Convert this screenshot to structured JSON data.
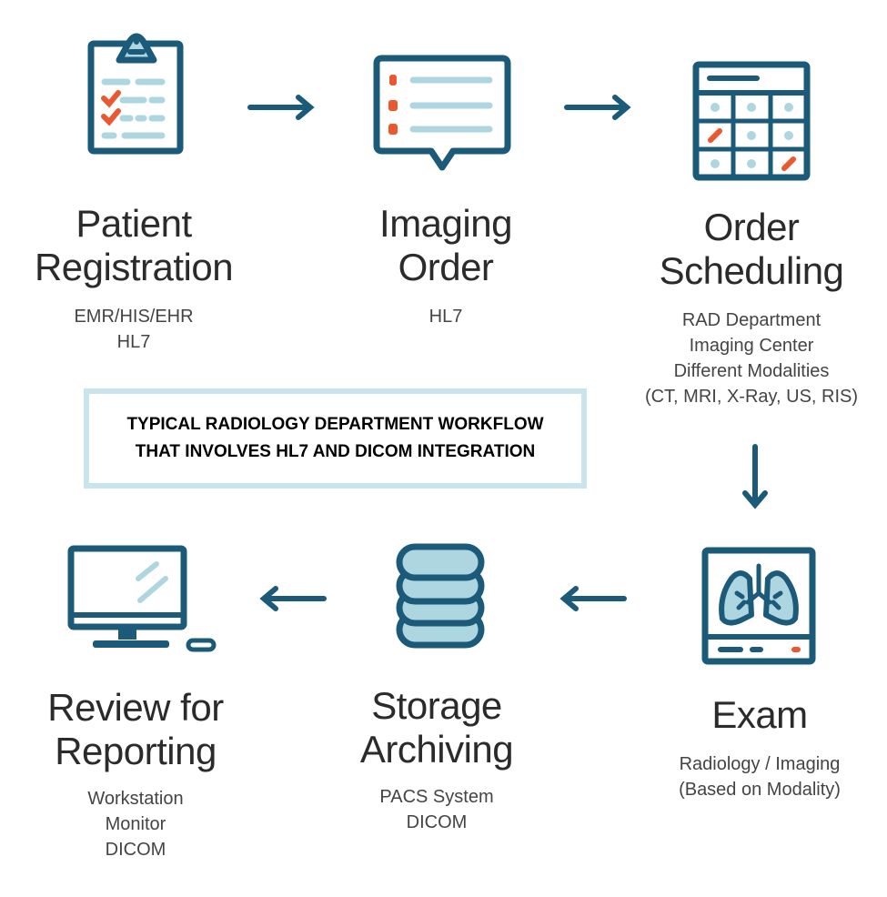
{
  "colors": {
    "dark": "#1b5a78",
    "light": "#aed6e1",
    "accent": "#e9582f"
  },
  "steps": [
    {
      "title": [
        "Patient",
        "Registration"
      ],
      "sub": [
        "EMR/HIS/EHR",
        "HL7"
      ],
      "icon": "clipboard-icon"
    },
    {
      "title": [
        "Imaging",
        "Order"
      ],
      "sub": [
        "HL7"
      ],
      "icon": "chat-list-icon"
    },
    {
      "title": [
        "Order",
        "Scheduling"
      ],
      "sub": [
        "RAD Department",
        "Imaging Center",
        "Different Modalities",
        "(CT, MRI, X-Ray, US, RIS)"
      ],
      "icon": "calendar-icon"
    },
    {
      "title": [
        "Exam"
      ],
      "sub": [
        "Radiology / Imaging",
        "(Based on Modality)"
      ],
      "icon": "xray-lungs-icon"
    },
    {
      "title": [
        "Storage",
        "Archiving"
      ],
      "sub": [
        "PACS System",
        "DICOM"
      ],
      "icon": "database-icon"
    },
    {
      "title": [
        "Review for",
        "Reporting"
      ],
      "sub": [
        "Workstation",
        "Monitor",
        "DICOM"
      ],
      "icon": "monitor-icon"
    }
  ],
  "banner": [
    "TYPICAL RADIOLOGY DEPARTMENT WORKFLOW",
    "THAT INVOLVES HL7 AND DICOM INTEGRATION"
  ]
}
